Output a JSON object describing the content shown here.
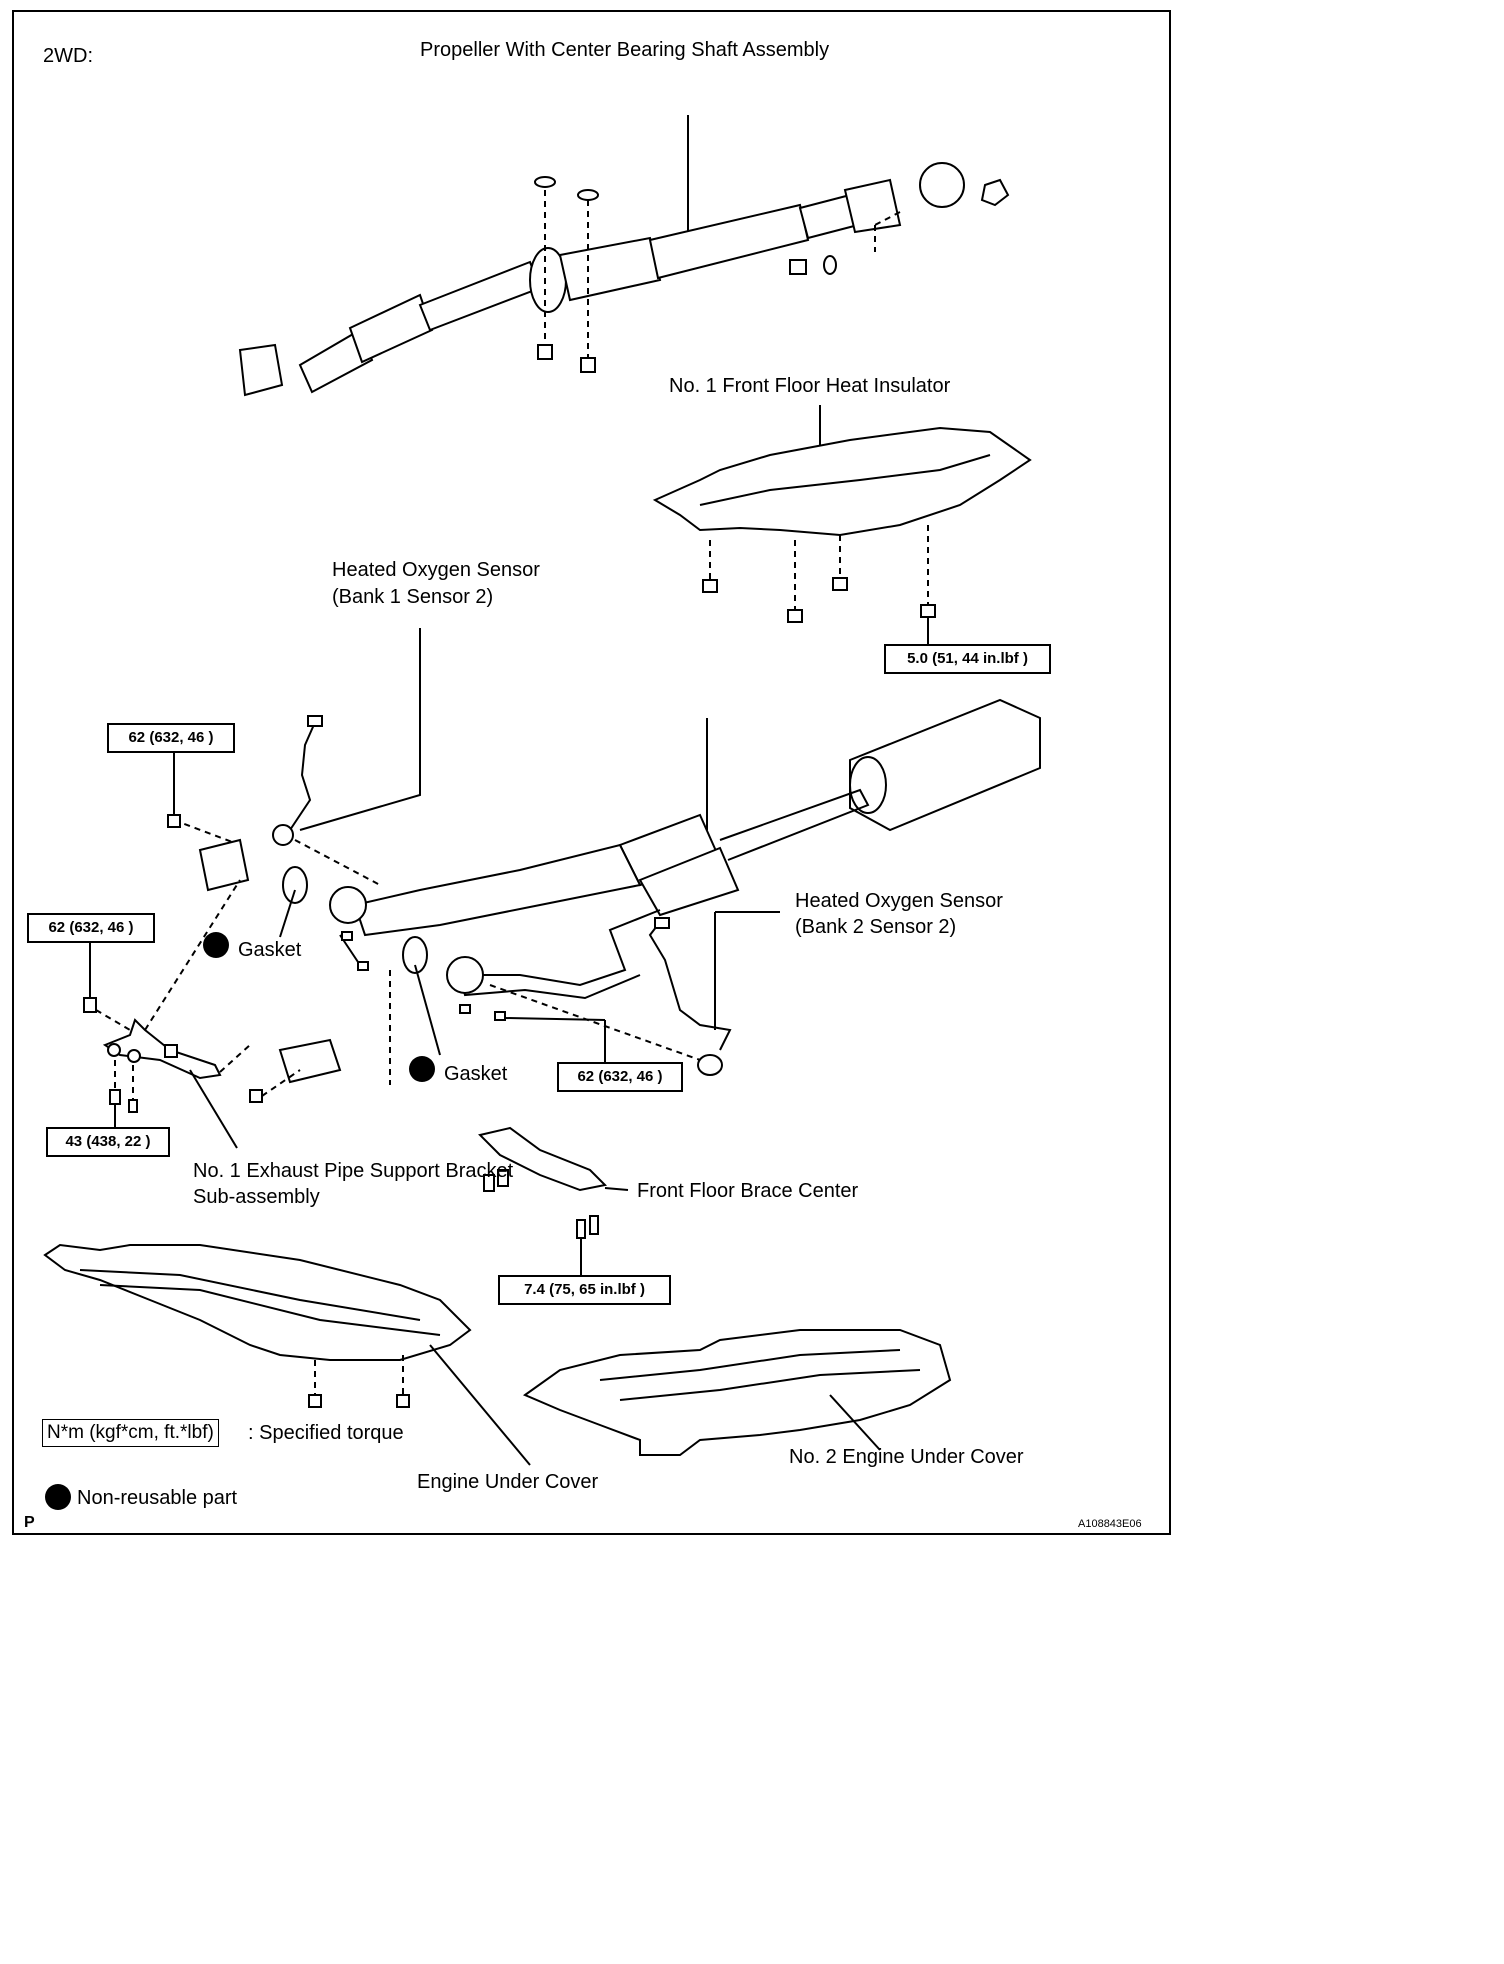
{
  "header": {
    "variant": "2WD:",
    "title": "Propeller With Center Bearing Shaft Assembly"
  },
  "labels": {
    "heat_insulator": "No. 1 Front Floor Heat Insulator",
    "o2_bank1_line1": "Heated Oxygen Sensor",
    "o2_bank1_line2": "(Bank 1 Sensor 2)",
    "o2_bank2_line1": "Heated Oxygen Sensor",
    "o2_bank2_line2": "(Bank 2 Sensor 2)",
    "gasket_1": "Gasket",
    "gasket_2": "Gasket",
    "support_bracket_line1": "No. 1 Exhaust Pipe Support Bracket",
    "support_bracket_line2": "Sub-assembly",
    "floor_brace": "Front Floor Brace Center",
    "engine_under_cover": "Engine Under Cover",
    "engine_under_cover_2": "No. 2 Engine Under Cover"
  },
  "torque_specs": {
    "insulator_nut": "5.0 (51, 44 in.lbf )",
    "upper_left_nut": "62 (632, 46 )",
    "left_nut": "62 (632, 46 )",
    "flange_nut": "62 (632, 46 )",
    "bracket_bolt": "43 (438, 22 )",
    "brace_bolt": "7.4 (75, 65 in.lbf )"
  },
  "legend": {
    "torque_unit": "N*m (kgf*cm, ft.*lbf)",
    "torque_text": ": Specified torque",
    "nonreusable_text": "Non-reusable part"
  },
  "footer": {
    "page_mark": "P",
    "figure_code": "A108843E06"
  }
}
